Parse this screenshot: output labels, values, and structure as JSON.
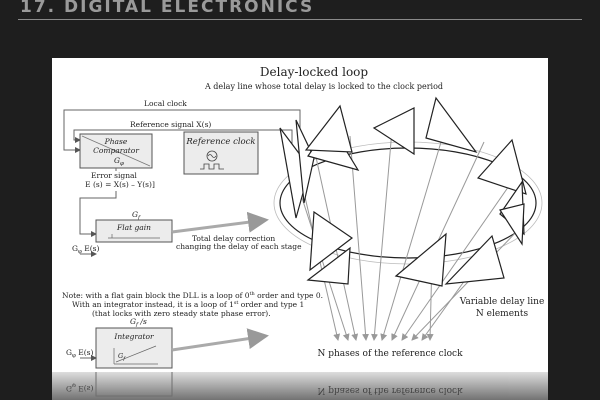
{
  "header": {
    "title": "17. DIGITAL ELECTRONICS"
  },
  "diagram": {
    "title": "Delay-locked loop",
    "subtitle": "A delay line whose total delay is locked to the clock period",
    "labels": {
      "local_clock": "Local clock",
      "reference_signal": "Reference signal X(s)",
      "error_signal_1": "Error signal",
      "error_signal_2": "E (s) = X(s) – Y(s)]",
      "gf_top": "G",
      "gf_top_sub": "f",
      "gphi_input": "G",
      "gphi_input_sub": "φ",
      "gphi_input_rest": " E(s)",
      "total_delay_1": "Total delay correction",
      "total_delay_2": "changing the delay of each stage",
      "note_1": "Note: with a flat gain block the DLL is a loop of 0",
      "note_1_sup": "th",
      "note_1_rest": " order  and type 0.",
      "note_2": "With an integrator instead, it is a loop of  1",
      "note_2_sup": "st",
      "note_2_rest": " order and type 1",
      "note_3": "(that  locks with zero steady state phase error).",
      "gf_over_s": "G",
      "gf_over_s_sub": "f",
      "gf_over_s_rest": " /s",
      "gphi_input2": "G",
      "gphi_input2_sub": "φ",
      "gphi_input2_rest": " E(s)",
      "variable_delay_1": "Variable delay line",
      "variable_delay_2": "N elements",
      "n_phases": "N phases of the reference clock"
    },
    "blocks": {
      "phase_comparator": {
        "line1": "Phase",
        "line2": "Comparator",
        "gain": "G",
        "gain_sub": "φ"
      },
      "reference_clock": {
        "label": "Reference clock"
      },
      "flat_gain": {
        "label": "Flat gain"
      },
      "integrator": {
        "label": "Integrator",
        "gain": "G",
        "gain_sub": "f"
      }
    }
  },
  "reflection": {
    "left": "G",
    "left_sub": "φ",
    "left_rest": " E(s)",
    "right": "N phases of the reference clock"
  }
}
